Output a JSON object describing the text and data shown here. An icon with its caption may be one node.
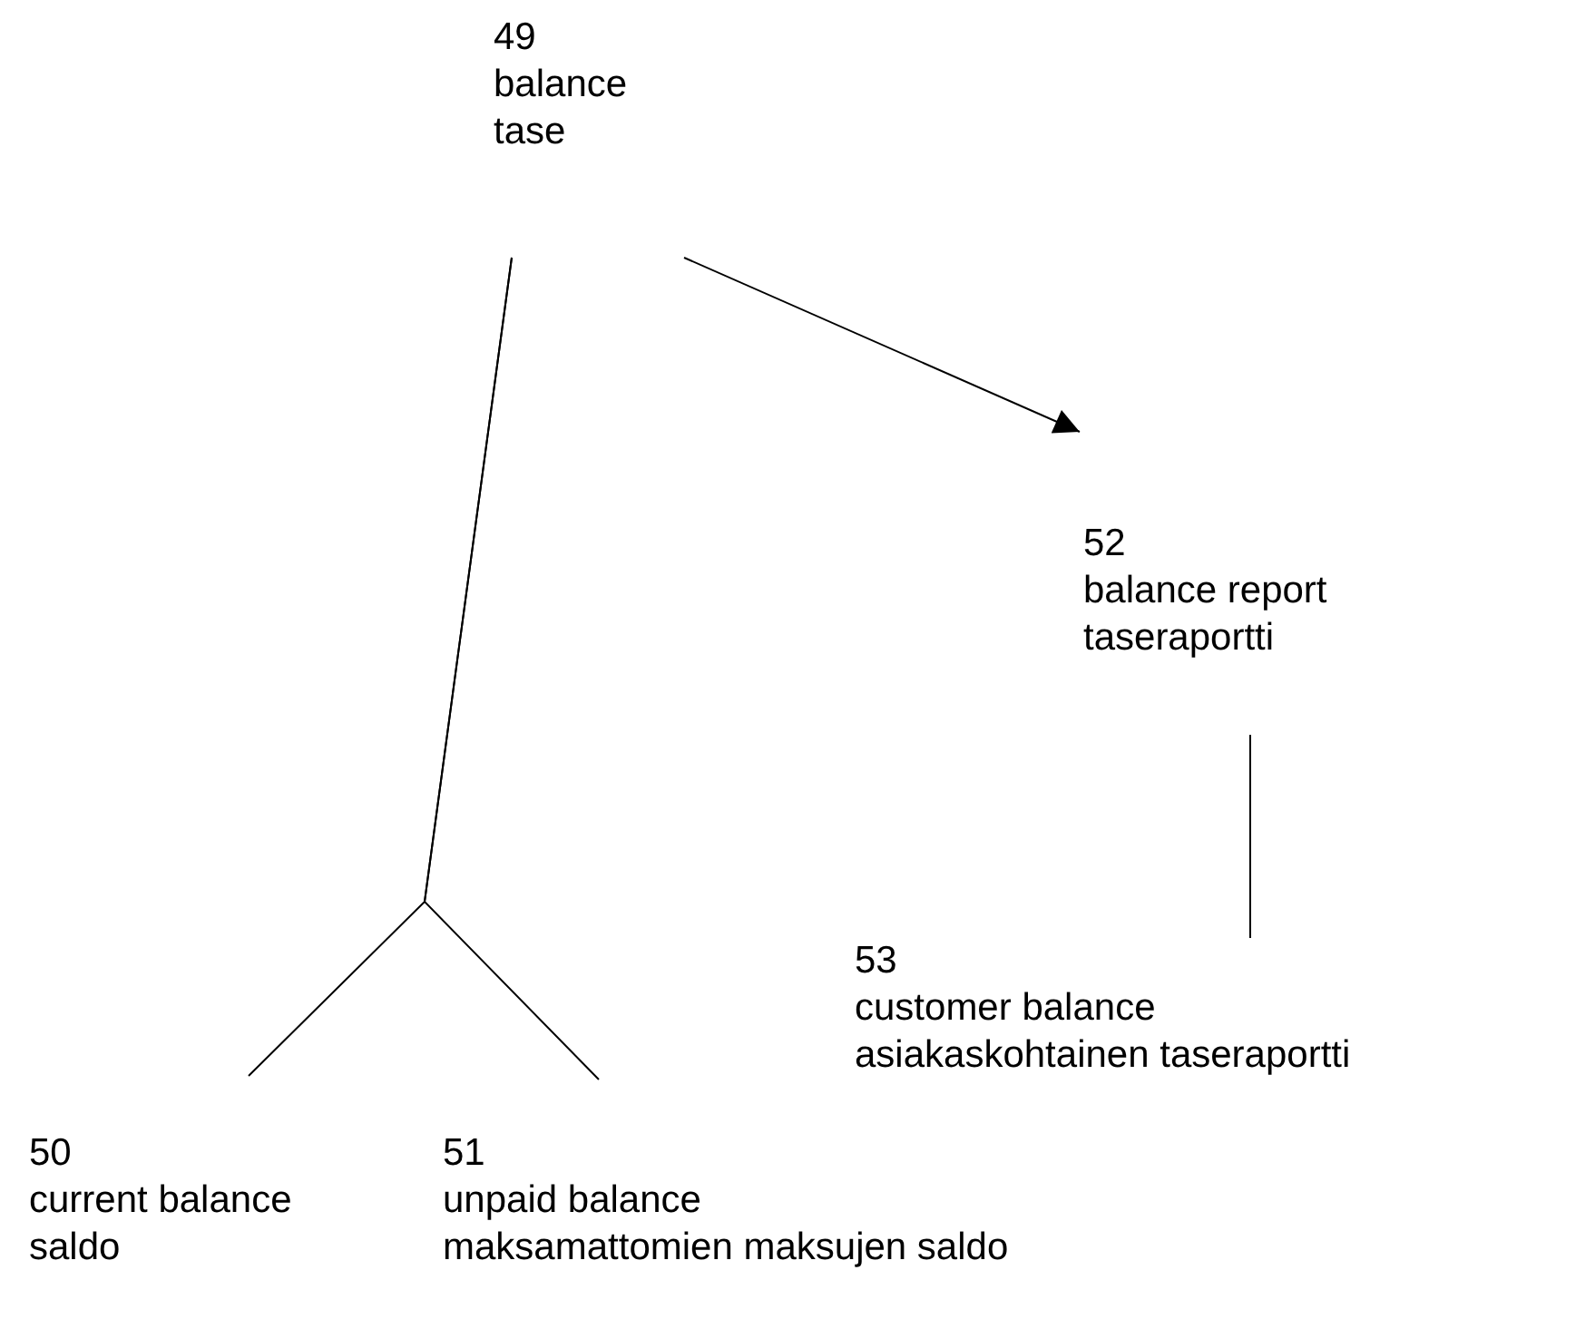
{
  "diagram": {
    "nodes": [
      {
        "text": [
          "49",
          "balance",
          "tase"
        ]
      },
      {
        "text": [
          "50",
          "current balance",
          "saldo"
        ]
      },
      {
        "text": [
          "51",
          "unpaid balance",
          "maksamattomien maksujen saldo"
        ]
      },
      {
        "text": [
          "52",
          "balance report",
          "taseraportti"
        ]
      },
      {
        "text": [
          "53",
          "customer balance",
          "asiakaskohtainen taseraportti"
        ]
      }
    ],
    "edges": [
      {
        "from": 0,
        "to": 3,
        "arrow": "to"
      },
      {
        "from": 0,
        "to": 1,
        "arrow": "none"
      },
      {
        "from": 0,
        "to": 2,
        "arrow": "none"
      },
      {
        "from": 3,
        "to": 4,
        "arrow": "none"
      }
    ]
  }
}
